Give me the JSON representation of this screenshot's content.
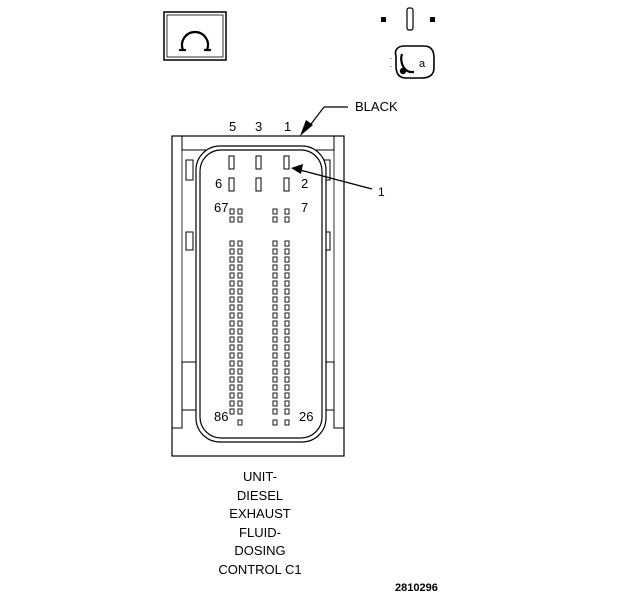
{
  "symbol": {
    "icon": "omega-connector-icon"
  },
  "view_icon": {
    "icon": "connector-face-view-icon"
  },
  "wire_color_label": "BLACK",
  "top_pin_labels": [
    "5",
    "3",
    "1"
  ],
  "pin_labels": {
    "p6": "6",
    "p2": "2",
    "p67": "67",
    "p7": "7",
    "p86": "86",
    "p26": "26"
  },
  "callout_number": "1",
  "caption_lines": [
    "UNIT-",
    "DIESEL",
    "EXHAUST",
    "FLUID-",
    "DOSING",
    "CONTROL C1"
  ],
  "figure_number": "2810296"
}
